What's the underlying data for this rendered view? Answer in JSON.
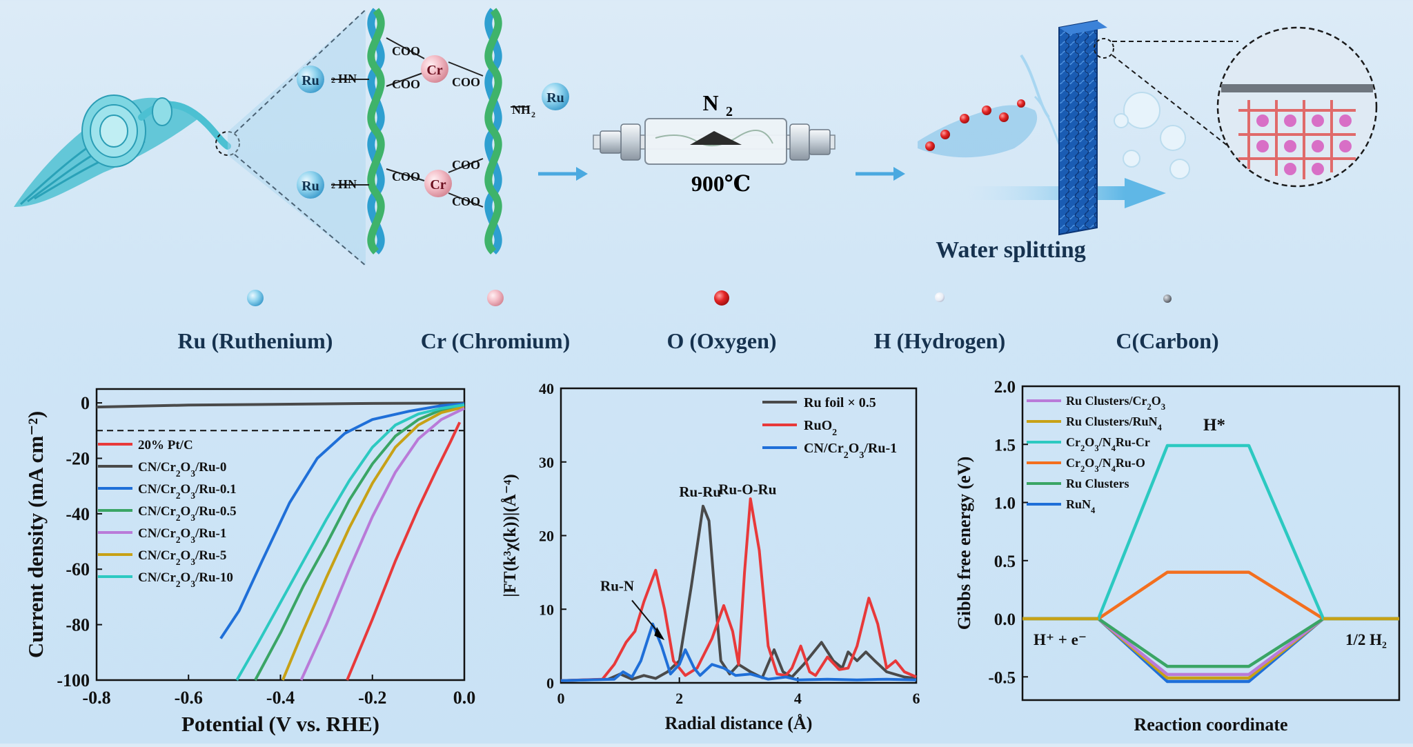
{
  "scheme": {
    "chem_labels": {
      "ru": "Ru",
      "cr": "Cr",
      "hn": "HN",
      "nh": "NH",
      "coo": "COO",
      "sub2": "2"
    },
    "furnace_gas": "N",
    "furnace_gas_sub": "2",
    "furnace_temp": "900℃",
    "water_splitting": "Water splitting",
    "legend": [
      {
        "label": "Ru (Ruthenium)",
        "color": "#7fcbe9"
      },
      {
        "label": "Cr (Chromium)",
        "color": "#f0b6c0"
      },
      {
        "label": "O (Oxygen)",
        "color": "#e32626"
      },
      {
        "label": "H (Hydrogen)",
        "color": "#eef2fa"
      },
      {
        "label": "C(Carbon)",
        "color": "#8a8f96"
      }
    ]
  },
  "chart_data": [
    {
      "type": "line",
      "xlabel": "Potential (V vs. RHE)",
      "ylabel": "Current density (mA cm⁻²)",
      "xlim": [
        -0.8,
        0.0
      ],
      "ylim": [
        -100,
        5
      ],
      "xticks": [
        -0.8,
        -0.6,
        -0.4,
        -0.2,
        0.0
      ],
      "yticks": [
        0,
        -20,
        -40,
        -60,
        -80,
        -100
      ],
      "xtick_labels": [
        "-0.8",
        "-0.6",
        "-0.4",
        "-0.2",
        "0.0"
      ],
      "ytick_labels": [
        "0",
        "-20",
        "-40",
        "-60",
        "-80",
        "-100"
      ],
      "reference_line_y": -10,
      "legend_position": "left",
      "series": [
        {
          "name": "20% Pt/C",
          "color": "#e8393a",
          "points": [
            [
              -0.255,
              -100
            ],
            [
              -0.2,
              -78
            ],
            [
              -0.15,
              -57
            ],
            [
              -0.1,
              -38
            ],
            [
              -0.06,
              -24
            ],
            [
              -0.03,
              -14
            ],
            [
              -0.01,
              -7
            ]
          ]
        },
        {
          "name": "CN/Cr2O3/Ru-0",
          "color": "#4a4a4a",
          "points": [
            [
              -0.8,
              -1.5
            ],
            [
              -0.6,
              -0.8
            ],
            [
              -0.4,
              -0.5
            ],
            [
              -0.2,
              -0.2
            ],
            [
              0.0,
              -0.05
            ]
          ]
        },
        {
          "name": "CN/Cr2O3/Ru-0.1",
          "color": "#1f6fd8",
          "points": [
            [
              -0.53,
              -85
            ],
            [
              -0.49,
              -75
            ],
            [
              -0.44,
              -57
            ],
            [
              -0.38,
              -36
            ],
            [
              -0.32,
              -20
            ],
            [
              -0.26,
              -11
            ],
            [
              -0.2,
              -6
            ],
            [
              -0.12,
              -3
            ],
            [
              -0.05,
              -1
            ],
            [
              0.0,
              -0.3
            ]
          ]
        },
        {
          "name": "CN/Cr2O3/Ru-0.5",
          "color": "#3aa565",
          "points": [
            [
              -0.455,
              -100
            ],
            [
              -0.4,
              -83
            ],
            [
              -0.35,
              -66
            ],
            [
              -0.3,
              -51
            ],
            [
              -0.25,
              -35
            ],
            [
              -0.2,
              -22
            ],
            [
              -0.15,
              -12
            ],
            [
              -0.1,
              -6
            ],
            [
              -0.05,
              -2.5
            ],
            [
              0.0,
              -1
            ]
          ]
        },
        {
          "name": "CN/Cr2O3/Ru-1",
          "color": "#b97ad8",
          "points": [
            [
              -0.355,
              -100
            ],
            [
              -0.3,
              -80
            ],
            [
              -0.25,
              -60
            ],
            [
              -0.2,
              -41
            ],
            [
              -0.15,
              -25
            ],
            [
              -0.1,
              -13
            ],
            [
              -0.05,
              -6
            ],
            [
              0.0,
              -2
            ]
          ]
        },
        {
          "name": "CN/Cr2O3/Ru-5",
          "color": "#c7a116",
          "points": [
            [
              -0.395,
              -100
            ],
            [
              -0.35,
              -82
            ],
            [
              -0.3,
              -63
            ],
            [
              -0.25,
              -45
            ],
            [
              -0.2,
              -29
            ],
            [
              -0.15,
              -16
            ],
            [
              -0.1,
              -8
            ],
            [
              -0.05,
              -3.5
            ],
            [
              0.0,
              -1.5
            ]
          ]
        },
        {
          "name": "CN/Cr2O3/Ru-10",
          "color": "#2cc9c1",
          "points": [
            [
              -0.495,
              -100
            ],
            [
              -0.45,
              -87
            ],
            [
              -0.4,
              -72
            ],
            [
              -0.35,
              -57
            ],
            [
              -0.3,
              -42
            ],
            [
              -0.25,
              -28
            ],
            [
              -0.2,
              -16
            ],
            [
              -0.15,
              -8
            ],
            [
              -0.1,
              -4
            ],
            [
              -0.05,
              -2
            ],
            [
              0.0,
              -0.7
            ]
          ]
        }
      ]
    },
    {
      "type": "line",
      "xlabel": "Radial distance (Å)",
      "ylabel": "|FT(k³χ(k))|(Å⁻⁴)",
      "xlim": [
        0,
        6
      ],
      "ylim": [
        0,
        40
      ],
      "xticks": [
        0,
        2,
        4,
        6
      ],
      "yticks": [
        0,
        10,
        20,
        30,
        40
      ],
      "xtick_labels": [
        "0",
        "2",
        "4",
        "6"
      ],
      "ytick_labels": [
        "0",
        "10",
        "20",
        "30",
        "40"
      ],
      "legend_position": "top-right",
      "annotations": [
        {
          "text": "Ru-Ru",
          "x": 2.35,
          "y": 25.3
        },
        {
          "text": "Ru-O-Ru",
          "x": 3.15,
          "y": 25.6
        },
        {
          "text": "Ru-N",
          "x": 0.95,
          "y": 12.5
        }
      ],
      "series": [
        {
          "name": "Ru foil × 0.5",
          "color": "#4a4a4a",
          "points": [
            [
              0,
              0.3
            ],
            [
              0.8,
              0.5
            ],
            [
              1.0,
              1.2
            ],
            [
              1.2,
              0.5
            ],
            [
              1.4,
              1.0
            ],
            [
              1.6,
              0.6
            ],
            [
              1.8,
              1.5
            ],
            [
              2.0,
              3
            ],
            [
              2.2,
              13
            ],
            [
              2.4,
              24
            ],
            [
              2.5,
              22
            ],
            [
              2.6,
              12
            ],
            [
              2.7,
              3
            ],
            [
              2.85,
              1.2
            ],
            [
              3.0,
              2.5
            ],
            [
              3.2,
              1.5
            ],
            [
              3.4,
              0.7
            ],
            [
              3.6,
              4.5
            ],
            [
              3.75,
              1.5
            ],
            [
              3.9,
              0.8
            ],
            [
              4.1,
              2.5
            ],
            [
              4.4,
              5.5
            ],
            [
              4.6,
              3
            ],
            [
              4.75,
              2
            ],
            [
              4.85,
              4.2
            ],
            [
              5.0,
              3
            ],
            [
              5.15,
              4.2
            ],
            [
              5.3,
              3
            ],
            [
              5.5,
              1.5
            ],
            [
              5.8,
              0.8
            ],
            [
              6.0,
              0.6
            ]
          ]
        },
        {
          "name": "RuO2",
          "color": "#e8393a",
          "points": [
            [
              0,
              0.3
            ],
            [
              0.7,
              0.5
            ],
            [
              0.9,
              2.5
            ],
            [
              1.1,
              5.5
            ],
            [
              1.25,
              7
            ],
            [
              1.4,
              11
            ],
            [
              1.6,
              15.3
            ],
            [
              1.75,
              10
            ],
            [
              1.9,
              3
            ],
            [
              2.1,
              1
            ],
            [
              2.3,
              2
            ],
            [
              2.55,
              6
            ],
            [
              2.75,
              10.5
            ],
            [
              2.9,
              7
            ],
            [
              3.0,
              2.5
            ],
            [
              3.1,
              15
            ],
            [
              3.2,
              25
            ],
            [
              3.35,
              18
            ],
            [
              3.5,
              5
            ],
            [
              3.65,
              1.2
            ],
            [
              3.8,
              1
            ],
            [
              3.9,
              2
            ],
            [
              4.05,
              5
            ],
            [
              4.2,
              1.5
            ],
            [
              4.3,
              1
            ],
            [
              4.5,
              3.5
            ],
            [
              4.7,
              1.8
            ],
            [
              4.85,
              2
            ],
            [
              5.0,
              5
            ],
            [
              5.2,
              11.5
            ],
            [
              5.35,
              8
            ],
            [
              5.5,
              2
            ],
            [
              5.65,
              3
            ],
            [
              5.8,
              1.5
            ],
            [
              6.0,
              0.8
            ]
          ]
        },
        {
          "name": "CN/Cr2O3/Ru-1",
          "color": "#1f6fd8",
          "points": [
            [
              0,
              0.3
            ],
            [
              0.9,
              0.5
            ],
            [
              1.05,
              1.5
            ],
            [
              1.2,
              0.8
            ],
            [
              1.35,
              3
            ],
            [
              1.55,
              8
            ],
            [
              1.7,
              5
            ],
            [
              1.85,
              1.2
            ],
            [
              2.0,
              2.5
            ],
            [
              2.1,
              4.5
            ],
            [
              2.25,
              2
            ],
            [
              2.35,
              1
            ],
            [
              2.55,
              2.5
            ],
            [
              2.75,
              2
            ],
            [
              2.95,
              1
            ],
            [
              3.2,
              1.2
            ],
            [
              3.5,
              0.5
            ],
            [
              3.8,
              0.8
            ],
            [
              4.0,
              0.4
            ],
            [
              4.5,
              0.5
            ],
            [
              5.0,
              0.4
            ],
            [
              5.5,
              0.5
            ],
            [
              6.0,
              0.4
            ]
          ]
        }
      ]
    },
    {
      "type": "line",
      "xlabel": "Reaction coordinate",
      "ylabel": "Gibbs free energy (eV)",
      "ylim": [
        -0.7,
        2.0
      ],
      "yticks": [
        2.0,
        1.5,
        1.0,
        0.5,
        0.0,
        -0.5
      ],
      "ytick_labels": [
        "2.0",
        "1.5",
        "1.0",
        "0.5",
        "0.0",
        "-0.5"
      ],
      "state_labels": {
        "initial": "H⁺ + e⁻",
        "intermediate": "H*",
        "final": "1/2 H₂"
      },
      "legend_position": "top-left",
      "series": [
        {
          "name": "Ru Clusters/Cr2O3",
          "color": "#b97ad8",
          "dG_H": -0.48
        },
        {
          "name": "Ru Clusters/RuN4",
          "color": "#c7a116",
          "dG_H": -0.51
        },
        {
          "name": "Cr2O3/N4Ru-Cr",
          "color": "#2cc9c1",
          "dG_H": 1.49
        },
        {
          "name": "Cr2O3/N4Ru-O",
          "color": "#f36f1f",
          "dG_H": 0.4
        },
        {
          "name": "Ru Clusters",
          "color": "#3aa565",
          "dG_H": -0.41
        },
        {
          "name": "RuN4",
          "color": "#1f6fd8",
          "dG_H": -0.54
        }
      ]
    }
  ]
}
